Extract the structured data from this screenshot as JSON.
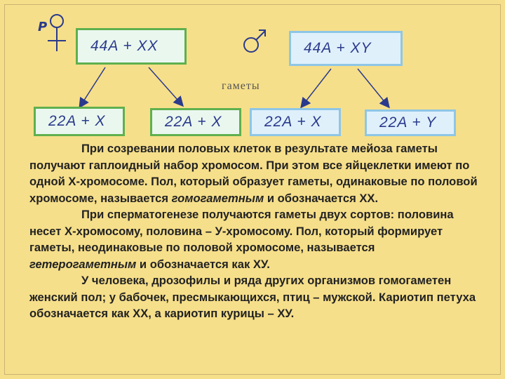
{
  "parents": {
    "label": "P",
    "female_genotype": "44A  +  XX",
    "male_genotype": "44A  +  XY"
  },
  "gametes_label": "гаметы",
  "gametes": [
    "22A  +  X",
    "22A  +  X",
    "22A  +  X",
    "22A  +  Y"
  ],
  "paragraphs": [
    {
      "before": "При созревании половых клеток в результате мейоза гаметы получают гаплоидный набор хромосом. При этом все яйцеклетки имеют по одной Х-хромосоме. Пол, который образует гаметы, одинаковые по половой хромосоме, называется ",
      "term": "гомогаметным",
      "after": " и обозначается ХХ."
    },
    {
      "before": "При сперматогенезе получаются гаметы двух сортов: половина несет Х-хромосому, половина – У-хромосому. Пол, который формирует гаметы, неодинаковые по половой хромосоме, называется ",
      "term": "гетерогаметным",
      "after": " и обозначается как ХУ."
    },
    {
      "before": "У человека, дрозофилы и ряда других организмов гомогаметен женский пол; у бабочек, пресмыкающихся, птиц – мужской. Кариотип петуха обозначается как ХХ, а кариотип курицы – ХУ.",
      "term": "",
      "after": ""
    }
  ],
  "colors": {
    "background": "#f6df8a",
    "female_border": "#5fb04e",
    "male_border": "#8ec6e6",
    "genotype_text": "#2a3a8c"
  }
}
